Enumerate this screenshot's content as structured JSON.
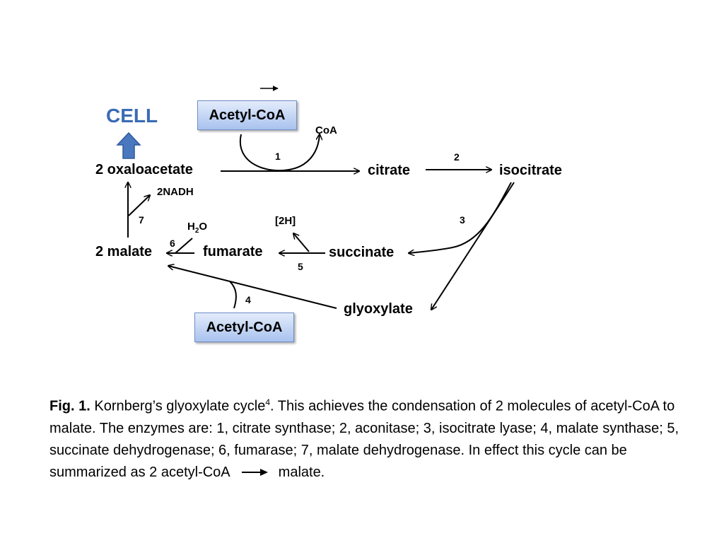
{
  "diagram": {
    "cell_label": "CELL",
    "nodes": {
      "oxaloacetate": "2 oxaloacetate",
      "citrate": "citrate",
      "isocitrate": "isocitrate",
      "succinate": "succinate",
      "fumarate": "fumarate",
      "malate": "2 malate",
      "glyoxylate": "glyoxylate"
    },
    "boxes": {
      "acetyl_coa_top": "Acetyl-CoA",
      "acetyl_coa_bottom": "Acetyl-CoA"
    },
    "side_labels": {
      "coa": "CoA",
      "nadh": "2NADH",
      "h2o_h": "H",
      "h2o_sub": "2",
      "h2o_o": "O",
      "hydrogen": "[2H]"
    },
    "step_numbers": {
      "s1": "1",
      "s2": "2",
      "s3": "3",
      "s4": "4",
      "s5": "5",
      "s6": "6",
      "s7": "7"
    }
  },
  "caption": {
    "fig_label": "Fig. 1.",
    "text_before_sup": " Kornberg’s glyoxylate cycle",
    "superscript": "4",
    "text_after_sup": ". This achieves the condensation of 2 molecules of acetyl-CoA to malate. The enzymes are: 1, citrate synthase; 2, aconitase; 3, isocitrate lyase; 4, malate synthase; 5, succinate dehydrogenase; 6, fumarase; 7, malate dehydrogenase. In effect this cycle can be summarized as 2 acetyl-CoA",
    "summary_product": "malate."
  },
  "colors": {
    "cell_blue": "#3b6bb4",
    "box_fill_top": "#e3ecfb",
    "box_fill_bottom": "#a9c2ee"
  }
}
